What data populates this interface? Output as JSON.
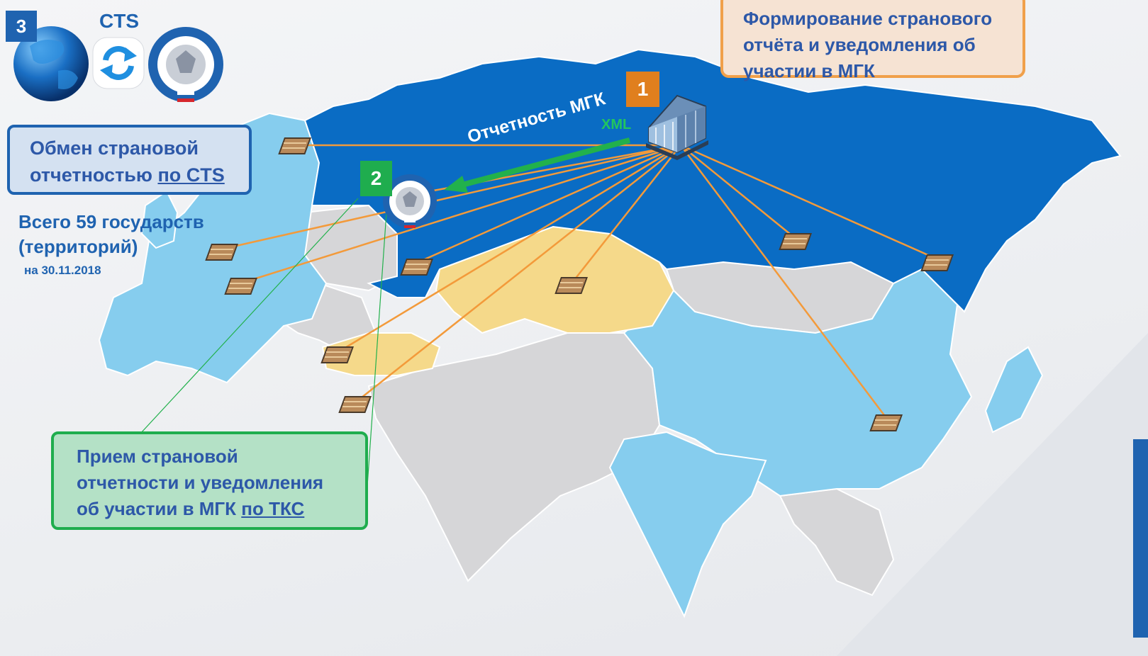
{
  "header": {
    "badge_cts": "3",
    "cts_title": "CTS"
  },
  "step1": {
    "badge": "1",
    "lines": [
      "Формирование странового",
      "отчёта и уведомления об",
      "участии в МГК"
    ]
  },
  "step2": {
    "badge": "2"
  },
  "exchange_box": {
    "line1": "Обмен страновой",
    "line2_prefix": "отчетностью ",
    "line2_link": "по CTS"
  },
  "total": {
    "line1": "Всего 59 государств",
    "line2": "(территорий)",
    "as_of": "на 30.11.2018"
  },
  "receive_box": {
    "line1": "Прием страновой",
    "line2": "отчетности и уведомления",
    "line3_prefix": "об участии в МГК ",
    "line3_link": "по ТКС"
  },
  "flow": {
    "label": "Отчетность МГК",
    "format": "XML"
  },
  "colors": {
    "russia": "#0a6cc4",
    "exchange_partner": "#86cdee",
    "eaeu": "#f5d98a",
    "other_land": "#d6d6d8",
    "sea": "#eef0f3",
    "arrow_orange": "#f39a3a",
    "arrow_green": "#22b14c",
    "badge_orange": "#e07f1e",
    "badge_green": "#1fad4e",
    "badge_blue": "#1f63b0"
  },
  "icons": [
    "globe-icon",
    "sync-icon",
    "fns-emblem-icon",
    "office-building-icon",
    "server-icon"
  ]
}
